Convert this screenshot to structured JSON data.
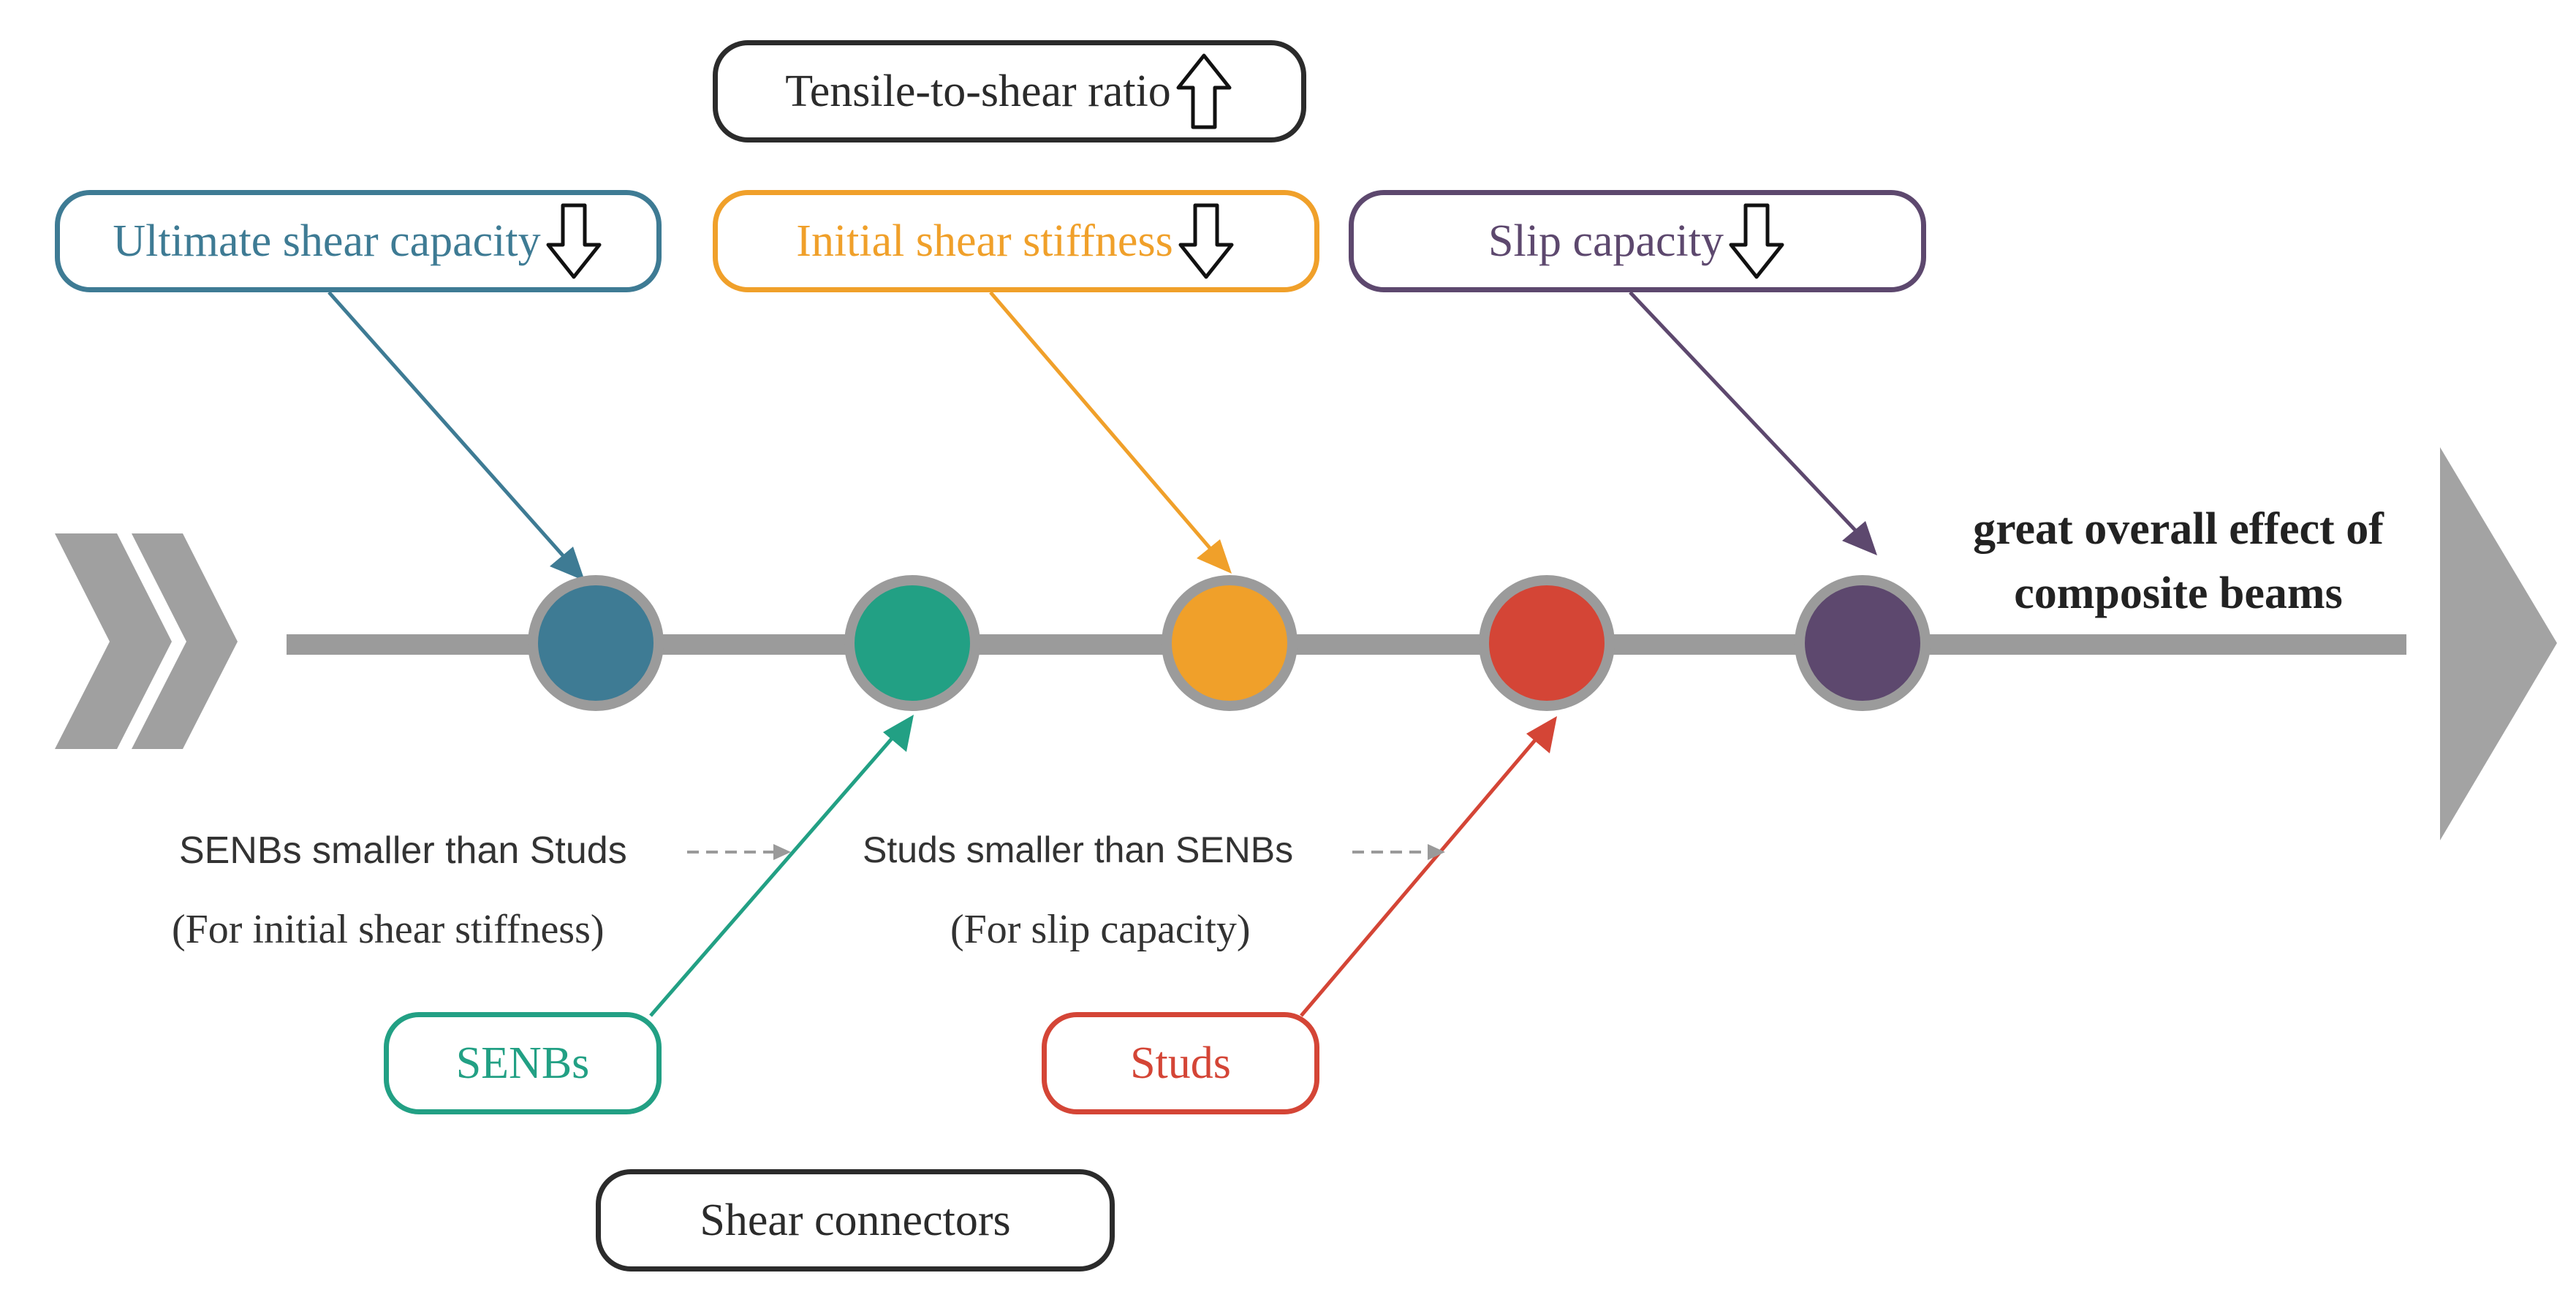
{
  "colors": {
    "timeline": "#9b9b9b",
    "ultimate": "#3e7b94",
    "senbs": "#22a084",
    "initial": "#f0a02a",
    "studs": "#d44536",
    "slip": "#5d486e",
    "neutral": "#2b2b2b"
  },
  "top_labels": {
    "tensile_ratio": "Tensile-to-shear ratio",
    "ultimate": "Ultimate shear capacity",
    "initial": "Initial shear stiffness",
    "slip": "Slip capacity"
  },
  "bottom_labels": {
    "senbs": "SENBs",
    "studs": "Studs",
    "shear_connectors": "Shear connectors"
  },
  "notes": {
    "senbs_vs_studs": "SENBs smaller than Studs",
    "senbs_vs_studs_sub": "(For initial shear stiffness)",
    "studs_vs_senbs": "Studs smaller than SENBs",
    "studs_vs_senbs_sub": "(For slip capacity)"
  },
  "result": {
    "line1": "great overall effect of",
    "line2": "composite beams"
  },
  "icons": {
    "trend_up": "arrow-up-outline-icon",
    "trend_down": "arrow-down-outline-icon",
    "start": "double-chevron-right-icon",
    "end": "triangle-arrow-head-icon"
  }
}
